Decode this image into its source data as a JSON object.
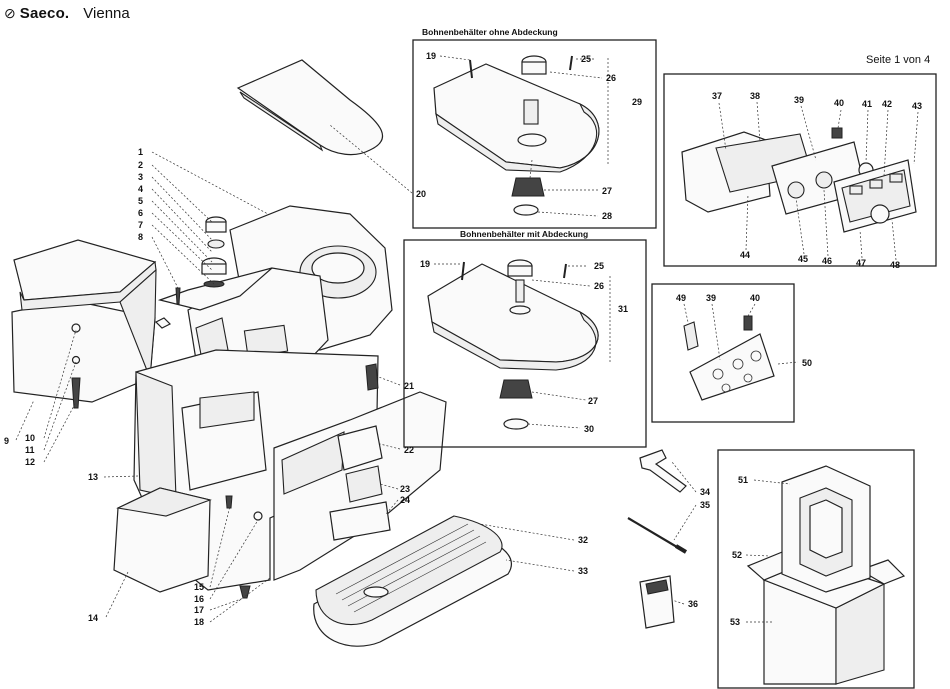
{
  "header": {
    "brand": "Saeco.",
    "model": "Vienna",
    "page_info": "Seite 1 von 4"
  },
  "panels": {
    "bean_hopper_without_cover": "Bohnenbehälter ohne Abdeckung",
    "bean_hopper_with_cover": "Bohnenbehälter mit Abdeckung"
  },
  "part_numbers": [
    "1",
    "2",
    "3",
    "4",
    "5",
    "6",
    "7",
    "8",
    "9",
    "10",
    "11",
    "12",
    "13",
    "14",
    "15",
    "16",
    "17",
    "18",
    "19",
    "20",
    "21",
    "22",
    "23",
    "24",
    "25",
    "26",
    "27",
    "28",
    "29",
    "30",
    "31",
    "32",
    "33",
    "34",
    "35",
    "36",
    "37",
    "38",
    "39",
    "40",
    "41",
    "42",
    "43",
    "44",
    "45",
    "46",
    "47",
    "48",
    "49",
    "50",
    "51",
    "52",
    "53"
  ],
  "callouts": [
    {
      "n": "1"
    },
    {
      "n": "2"
    },
    {
      "n": "3"
    },
    {
      "n": "4"
    },
    {
      "n": "5"
    },
    {
      "n": "6"
    },
    {
      "n": "7"
    },
    {
      "n": "8"
    },
    {
      "n": "9"
    },
    {
      "n": "10"
    },
    {
      "n": "11"
    },
    {
      "n": "12"
    },
    {
      "n": "13"
    },
    {
      "n": "14"
    },
    {
      "n": "15"
    },
    {
      "n": "16"
    },
    {
      "n": "17"
    },
    {
      "n": "18"
    },
    {
      "n": "20"
    },
    {
      "n": "21"
    },
    {
      "n": "22"
    },
    {
      "n": "23"
    },
    {
      "n": "24"
    },
    {
      "n": "32"
    },
    {
      "n": "33"
    },
    {
      "n": "34"
    },
    {
      "n": "35"
    },
    {
      "n": "36"
    }
  ]
}
